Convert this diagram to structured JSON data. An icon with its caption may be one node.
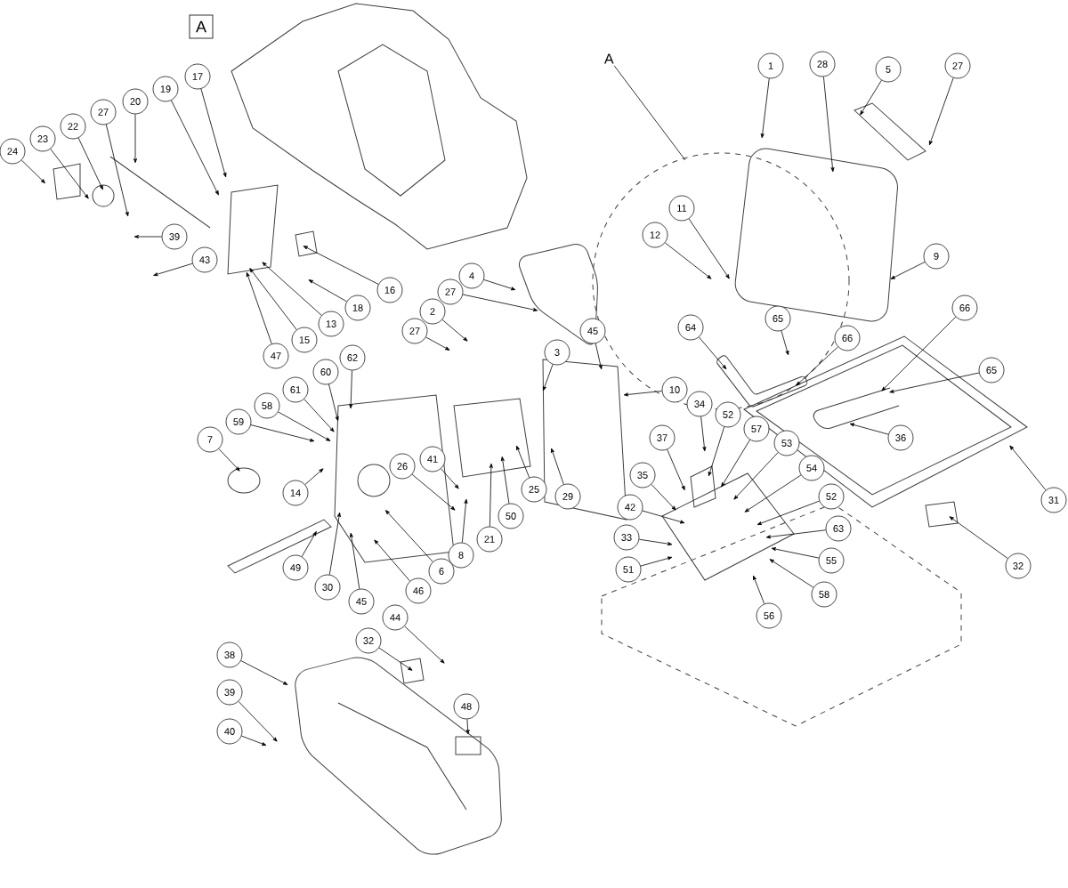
{
  "diagram": {
    "nodes": [
      {
        "text": [
          "A"
        ]
      },
      {
        "text": [
          "A"
        ]
      },
      {
        "text": [
          "24"
        ]
      },
      {
        "text": [
          "23"
        ]
      },
      {
        "text": [
          "22"
        ]
      },
      {
        "text": [
          "27"
        ]
      },
      {
        "text": [
          "20"
        ]
      },
      {
        "text": [
          "19"
        ]
      },
      {
        "text": [
          "17"
        ]
      },
      {
        "text": [
          "39"
        ]
      },
      {
        "text": [
          "43"
        ]
      },
      {
        "text": [
          "16"
        ]
      },
      {
        "text": [
          "18"
        ]
      },
      {
        "text": [
          "13"
        ]
      },
      {
        "text": [
          "15"
        ]
      },
      {
        "text": [
          "47"
        ]
      },
      {
        "text": [
          "4"
        ]
      },
      {
        "text": [
          "27"
        ]
      },
      {
        "text": [
          "2"
        ]
      },
      {
        "text": [
          "27"
        ]
      },
      {
        "text": [
          "45"
        ]
      },
      {
        "text": [
          "3"
        ]
      },
      {
        "text": [
          "62"
        ]
      },
      {
        "text": [
          "60"
        ]
      },
      {
        "text": [
          "61"
        ]
      },
      {
        "text": [
          "58"
        ]
      },
      {
        "text": [
          "59"
        ]
      },
      {
        "text": [
          "7"
        ]
      },
      {
        "text": [
          "14"
        ]
      },
      {
        "text": [
          "49"
        ]
      },
      {
        "text": [
          "30"
        ]
      },
      {
        "text": [
          "45"
        ]
      },
      {
        "text": [
          "46"
        ]
      },
      {
        "text": [
          "6"
        ]
      },
      {
        "text": [
          "26"
        ]
      },
      {
        "text": [
          "41"
        ]
      },
      {
        "text": [
          "8"
        ]
      },
      {
        "text": [
          "21"
        ]
      },
      {
        "text": [
          "50"
        ]
      },
      {
        "text": [
          "25"
        ]
      },
      {
        "text": [
          "29"
        ]
      },
      {
        "text": [
          "1"
        ]
      },
      {
        "text": [
          "28"
        ]
      },
      {
        "text": [
          "5"
        ]
      },
      {
        "text": [
          "27"
        ]
      },
      {
        "text": [
          "11"
        ]
      },
      {
        "text": [
          "12"
        ]
      },
      {
        "text": [
          "9"
        ]
      },
      {
        "text": [
          "64"
        ]
      },
      {
        "text": [
          "65"
        ]
      },
      {
        "text": [
          "66"
        ]
      },
      {
        "text": [
          "66"
        ]
      },
      {
        "text": [
          "65"
        ]
      },
      {
        "text": [
          "36"
        ]
      },
      {
        "text": [
          "10"
        ]
      },
      {
        "text": [
          "34"
        ]
      },
      {
        "text": [
          "37"
        ]
      },
      {
        "text": [
          "52"
        ]
      },
      {
        "text": [
          "57"
        ]
      },
      {
        "text": [
          "53"
        ]
      },
      {
        "text": [
          "35"
        ]
      },
      {
        "text": [
          "54"
        ]
      },
      {
        "text": [
          "52"
        ]
      },
      {
        "text": [
          "42"
        ]
      },
      {
        "text": [
          "63"
        ]
      },
      {
        "text": [
          "33"
        ]
      },
      {
        "text": [
          "55"
        ]
      },
      {
        "text": [
          "51"
        ]
      },
      {
        "text": [
          "58"
        ]
      },
      {
        "text": [
          "56"
        ]
      },
      {
        "text": [
          "31"
        ]
      },
      {
        "text": [
          "32"
        ]
      },
      {
        "text": [
          "44"
        ]
      },
      {
        "text": [
          "32"
        ]
      },
      {
        "text": [
          "38"
        ]
      },
      {
        "text": [
          "39"
        ]
      },
      {
        "text": [
          "40"
        ]
      },
      {
        "text": [
          "48"
        ]
      }
    ],
    "edges": [
      {
        "from": 1,
        "to": null,
        "arrow": "none"
      },
      {
        "from": 2,
        "to": null,
        "arrow": "to"
      },
      {
        "from": 3,
        "to": null,
        "arrow": "to"
      },
      {
        "from": 4,
        "to": null,
        "arrow": "to"
      },
      {
        "from": 5,
        "to": null,
        "arrow": "to"
      },
      {
        "from": 6,
        "to": null,
        "arrow": "to"
      },
      {
        "from": 7,
        "to": null,
        "arrow": "to"
      },
      {
        "from": 8,
        "to": null,
        "arrow": "to"
      },
      {
        "from": 9,
        "to": null,
        "arrow": "to"
      },
      {
        "from": 10,
        "to": null,
        "arrow": "to"
      },
      {
        "from": 11,
        "to": null,
        "arrow": "to"
      },
      {
        "from": 12,
        "to": null,
        "arrow": "to"
      },
      {
        "from": 13,
        "to": null,
        "arrow": "to"
      },
      {
        "from": 14,
        "to": null,
        "arrow": "to"
      },
      {
        "from": 15,
        "to": null,
        "arrow": "to"
      },
      {
        "from": 16,
        "to": null,
        "arrow": "to"
      },
      {
        "from": 17,
        "to": null,
        "arrow": "to"
      },
      {
        "from": 18,
        "to": null,
        "arrow": "to"
      },
      {
        "from": 19,
        "to": null,
        "arrow": "to"
      },
      {
        "from": 20,
        "to": null,
        "arrow": "to"
      },
      {
        "from": 21,
        "to": null,
        "arrow": "to"
      },
      {
        "from": 22,
        "to": null,
        "arrow": "to"
      },
      {
        "from": 23,
        "to": null,
        "arrow": "to"
      },
      {
        "from": 24,
        "to": null,
        "arrow": "to"
      },
      {
        "from": 25,
        "to": null,
        "arrow": "to"
      },
      {
        "from": 26,
        "to": null,
        "arrow": "to"
      },
      {
        "from": 27,
        "to": null,
        "arrow": "to"
      },
      {
        "from": 28,
        "to": null,
        "arrow": "to"
      },
      {
        "from": 29,
        "to": null,
        "arrow": "to"
      },
      {
        "from": 30,
        "to": null,
        "arrow": "to"
      },
      {
        "from": 31,
        "to": null,
        "arrow": "to"
      },
      {
        "from": 32,
        "to": null,
        "arrow": "to"
      },
      {
        "from": 33,
        "to": null,
        "arrow": "to"
      },
      {
        "from": 34,
        "to": null,
        "arrow": "to"
      },
      {
        "from": 35,
        "to": null,
        "arrow": "to"
      },
      {
        "from": 36,
        "to": null,
        "arrow": "to"
      },
      {
        "from": 37,
        "to": null,
        "arrow": "to"
      },
      {
        "from": 38,
        "to": null,
        "arrow": "to"
      },
      {
        "from": 39,
        "to": null,
        "arrow": "to"
      },
      {
        "from": 40,
        "to": null,
        "arrow": "to"
      },
      {
        "from": 41,
        "to": null,
        "arrow": "to"
      },
      {
        "from": 42,
        "to": null,
        "arrow": "to"
      },
      {
        "from": 43,
        "to": null,
        "arrow": "to"
      },
      {
        "from": 44,
        "to": null,
        "arrow": "to"
      },
      {
        "from": 45,
        "to": null,
        "arrow": "to"
      },
      {
        "from": 46,
        "to": null,
        "arrow": "to"
      },
      {
        "from": 47,
        "to": null,
        "arrow": "to"
      },
      {
        "from": 48,
        "to": null,
        "arrow": "to"
      },
      {
        "from": 49,
        "to": null,
        "arrow": "to"
      },
      {
        "from": 50,
        "to": null,
        "arrow": "to"
      },
      {
        "from": 51,
        "to": null,
        "arrow": "to"
      },
      {
        "from": 52,
        "to": null,
        "arrow": "to"
      },
      {
        "from": 53,
        "to": null,
        "arrow": "to"
      },
      {
        "from": 54,
        "to": null,
        "arrow": "to"
      },
      {
        "from": 55,
        "to": null,
        "arrow": "to"
      },
      {
        "from": 56,
        "to": null,
        "arrow": "to"
      },
      {
        "from": 57,
        "to": null,
        "arrow": "to"
      },
      {
        "from": 58,
        "to": null,
        "arrow": "to"
      },
      {
        "from": 59,
        "to": null,
        "arrow": "to"
      },
      {
        "from": 60,
        "to": null,
        "arrow": "to"
      },
      {
        "from": 61,
        "to": null,
        "arrow": "to"
      },
      {
        "from": 62,
        "to": null,
        "arrow": "to"
      },
      {
        "from": 63,
        "to": null,
        "arrow": "to"
      },
      {
        "from": 64,
        "to": null,
        "arrow": "to"
      },
      {
        "from": 65,
        "to": null,
        "arrow": "to"
      },
      {
        "from": 66,
        "to": null,
        "arrow": "to"
      },
      {
        "from": 67,
        "to": null,
        "arrow": "to"
      },
      {
        "from": 68,
        "to": null,
        "arrow": "to"
      },
      {
        "from": 69,
        "to": null,
        "arrow": "to"
      },
      {
        "from": 70,
        "to": null,
        "arrow": "to"
      },
      {
        "from": 71,
        "to": null,
        "arrow": "to"
      },
      {
        "from": 72,
        "to": null,
        "arrow": "to"
      },
      {
        "from": 73,
        "to": null,
        "arrow": "to"
      },
      {
        "from": 74,
        "to": null,
        "arrow": "to"
      },
      {
        "from": 75,
        "to": null,
        "arrow": "to"
      },
      {
        "from": 76,
        "to": null,
        "arrow": "to"
      },
      {
        "from": 77,
        "to": null,
        "arrow": "to"
      }
    ]
  }
}
